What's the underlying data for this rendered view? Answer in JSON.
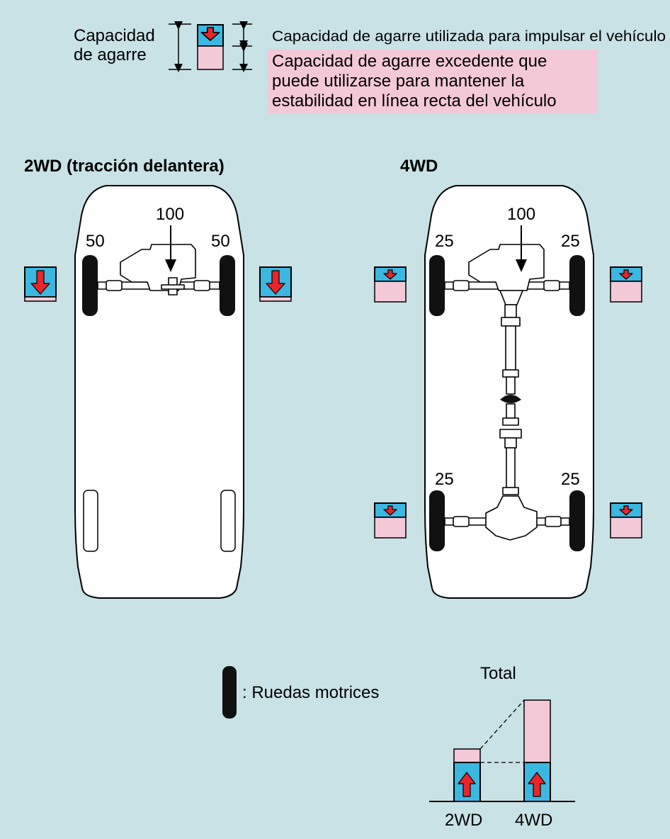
{
  "legend": {
    "capacity_label_line1": "Capacidad",
    "capacity_label_line2": "de agarre",
    "used_text": "Capacidad de agarre utilizada para impulsar el vehículo",
    "surplus_line1": "Capacidad de agarre excedente que",
    "surplus_line2": "puede utilizarse para mantener la",
    "surplus_line3": "estabilidad en línea recta del vehículo"
  },
  "fwd": {
    "title": "2WD (tracción delantera)",
    "engine_value": "100",
    "front_left": "50",
    "front_right": "50"
  },
  "awd": {
    "title": "4WD",
    "engine_value": "100",
    "front_left": "25",
    "front_right": "25",
    "rear_left": "25",
    "rear_right": "25"
  },
  "drive_wheel_legend": ": Ruedas motrices",
  "total": {
    "title": "Total",
    "label_2wd": "2WD",
    "label_4wd": "4WD"
  },
  "colors": {
    "background": "#c9e2e6",
    "used_capacity": "#3bb7e0",
    "surplus_capacity": "#f3c9d8",
    "arrow": "#e8262a"
  }
}
